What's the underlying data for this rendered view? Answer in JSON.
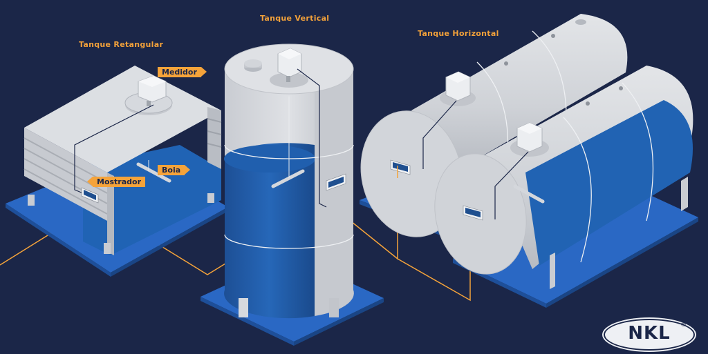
{
  "titles": {
    "rectangular": "Tanque Retangular",
    "vertical": "Tanque Vertical",
    "horizontal": "Tanque Horizontal"
  },
  "labels": {
    "meter": "Medidor",
    "float": "Boia",
    "display": "Mostrador"
  },
  "logo": {
    "text": "NKL",
    "mark": "®"
  },
  "colors": {
    "background": "#1b2648",
    "accent": "#f5a33a",
    "tank_body": "#d3d6db",
    "liquid": "#1f5fae",
    "base": "#2a68c4"
  }
}
